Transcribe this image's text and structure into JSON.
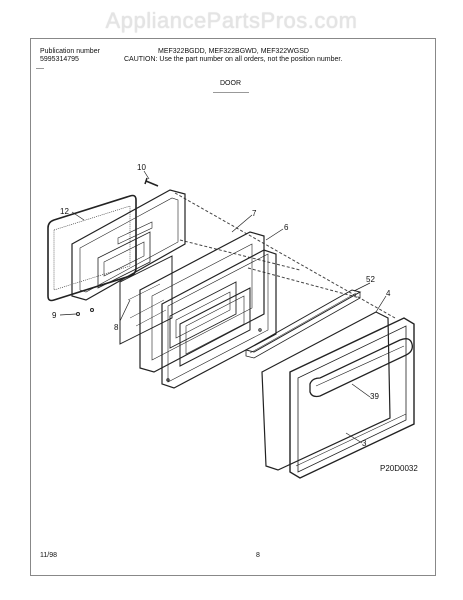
{
  "watermark": "AppliancePartsPros.com",
  "header": {
    "publication_label": "Publication number",
    "publication_number": "5995314795",
    "models": "MEF322BGDD, MEF322BGWD, MEF322WGSD",
    "caution": "CAUTION:  Use the part number on all orders, not the position number."
  },
  "section": {
    "title": "DOOR"
  },
  "callouts": {
    "p10": "10",
    "p12": "12",
    "p7": "7",
    "p6": "6",
    "p9": "9",
    "p8": "8",
    "p52": "52",
    "p4": "4",
    "p39": "39",
    "p3": "3"
  },
  "figure_code": "P20D0032",
  "footer": {
    "date": "11/98",
    "page": "8"
  }
}
